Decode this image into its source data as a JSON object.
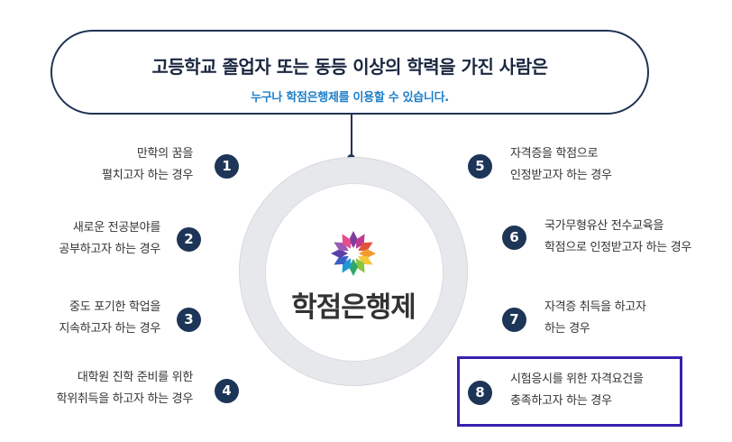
{
  "banner": {
    "title": "고등학교 졸업자 또는 동등 이상의 학력을 가진 사람은",
    "subtitle": "누구나 학점은행제를 이용할 수 있습니다."
  },
  "center": {
    "title": "학점은행제"
  },
  "items": [
    {
      "number": "1",
      "line1": "만학의 꿈을",
      "line2": "펼치고자 하는 경우"
    },
    {
      "number": "2",
      "line1": "새로운 전공분야를",
      "line2": "공부하고자 하는 경우"
    },
    {
      "number": "3",
      "line1": "중도 포기한 학업을",
      "line2": "지속하고자 하는 경우"
    },
    {
      "number": "4",
      "line1": "대학원 진학 준비를 위한",
      "line2": "학위취득을 하고자 하는 경우"
    },
    {
      "number": "5",
      "line1": "자격증을 학점으로",
      "line2": "인정받고자 하는 경우"
    },
    {
      "number": "6",
      "line1": "국가무형유산 전수교육을",
      "line2": "학점으로 인정받고자 하는 경우"
    },
    {
      "number": "7",
      "line1": "자격증 취득을 하고자",
      "line2": "하는 경우"
    },
    {
      "number": "8",
      "line1": "시험응시를 위한 자격요건을",
      "line2": "충족하고자 하는 경우"
    }
  ],
  "colors": {
    "navy": "#1d3557",
    "accent_blue": "#1e7fc8",
    "highlight": "#3b1fb0",
    "ring": "#e6e8ec"
  }
}
